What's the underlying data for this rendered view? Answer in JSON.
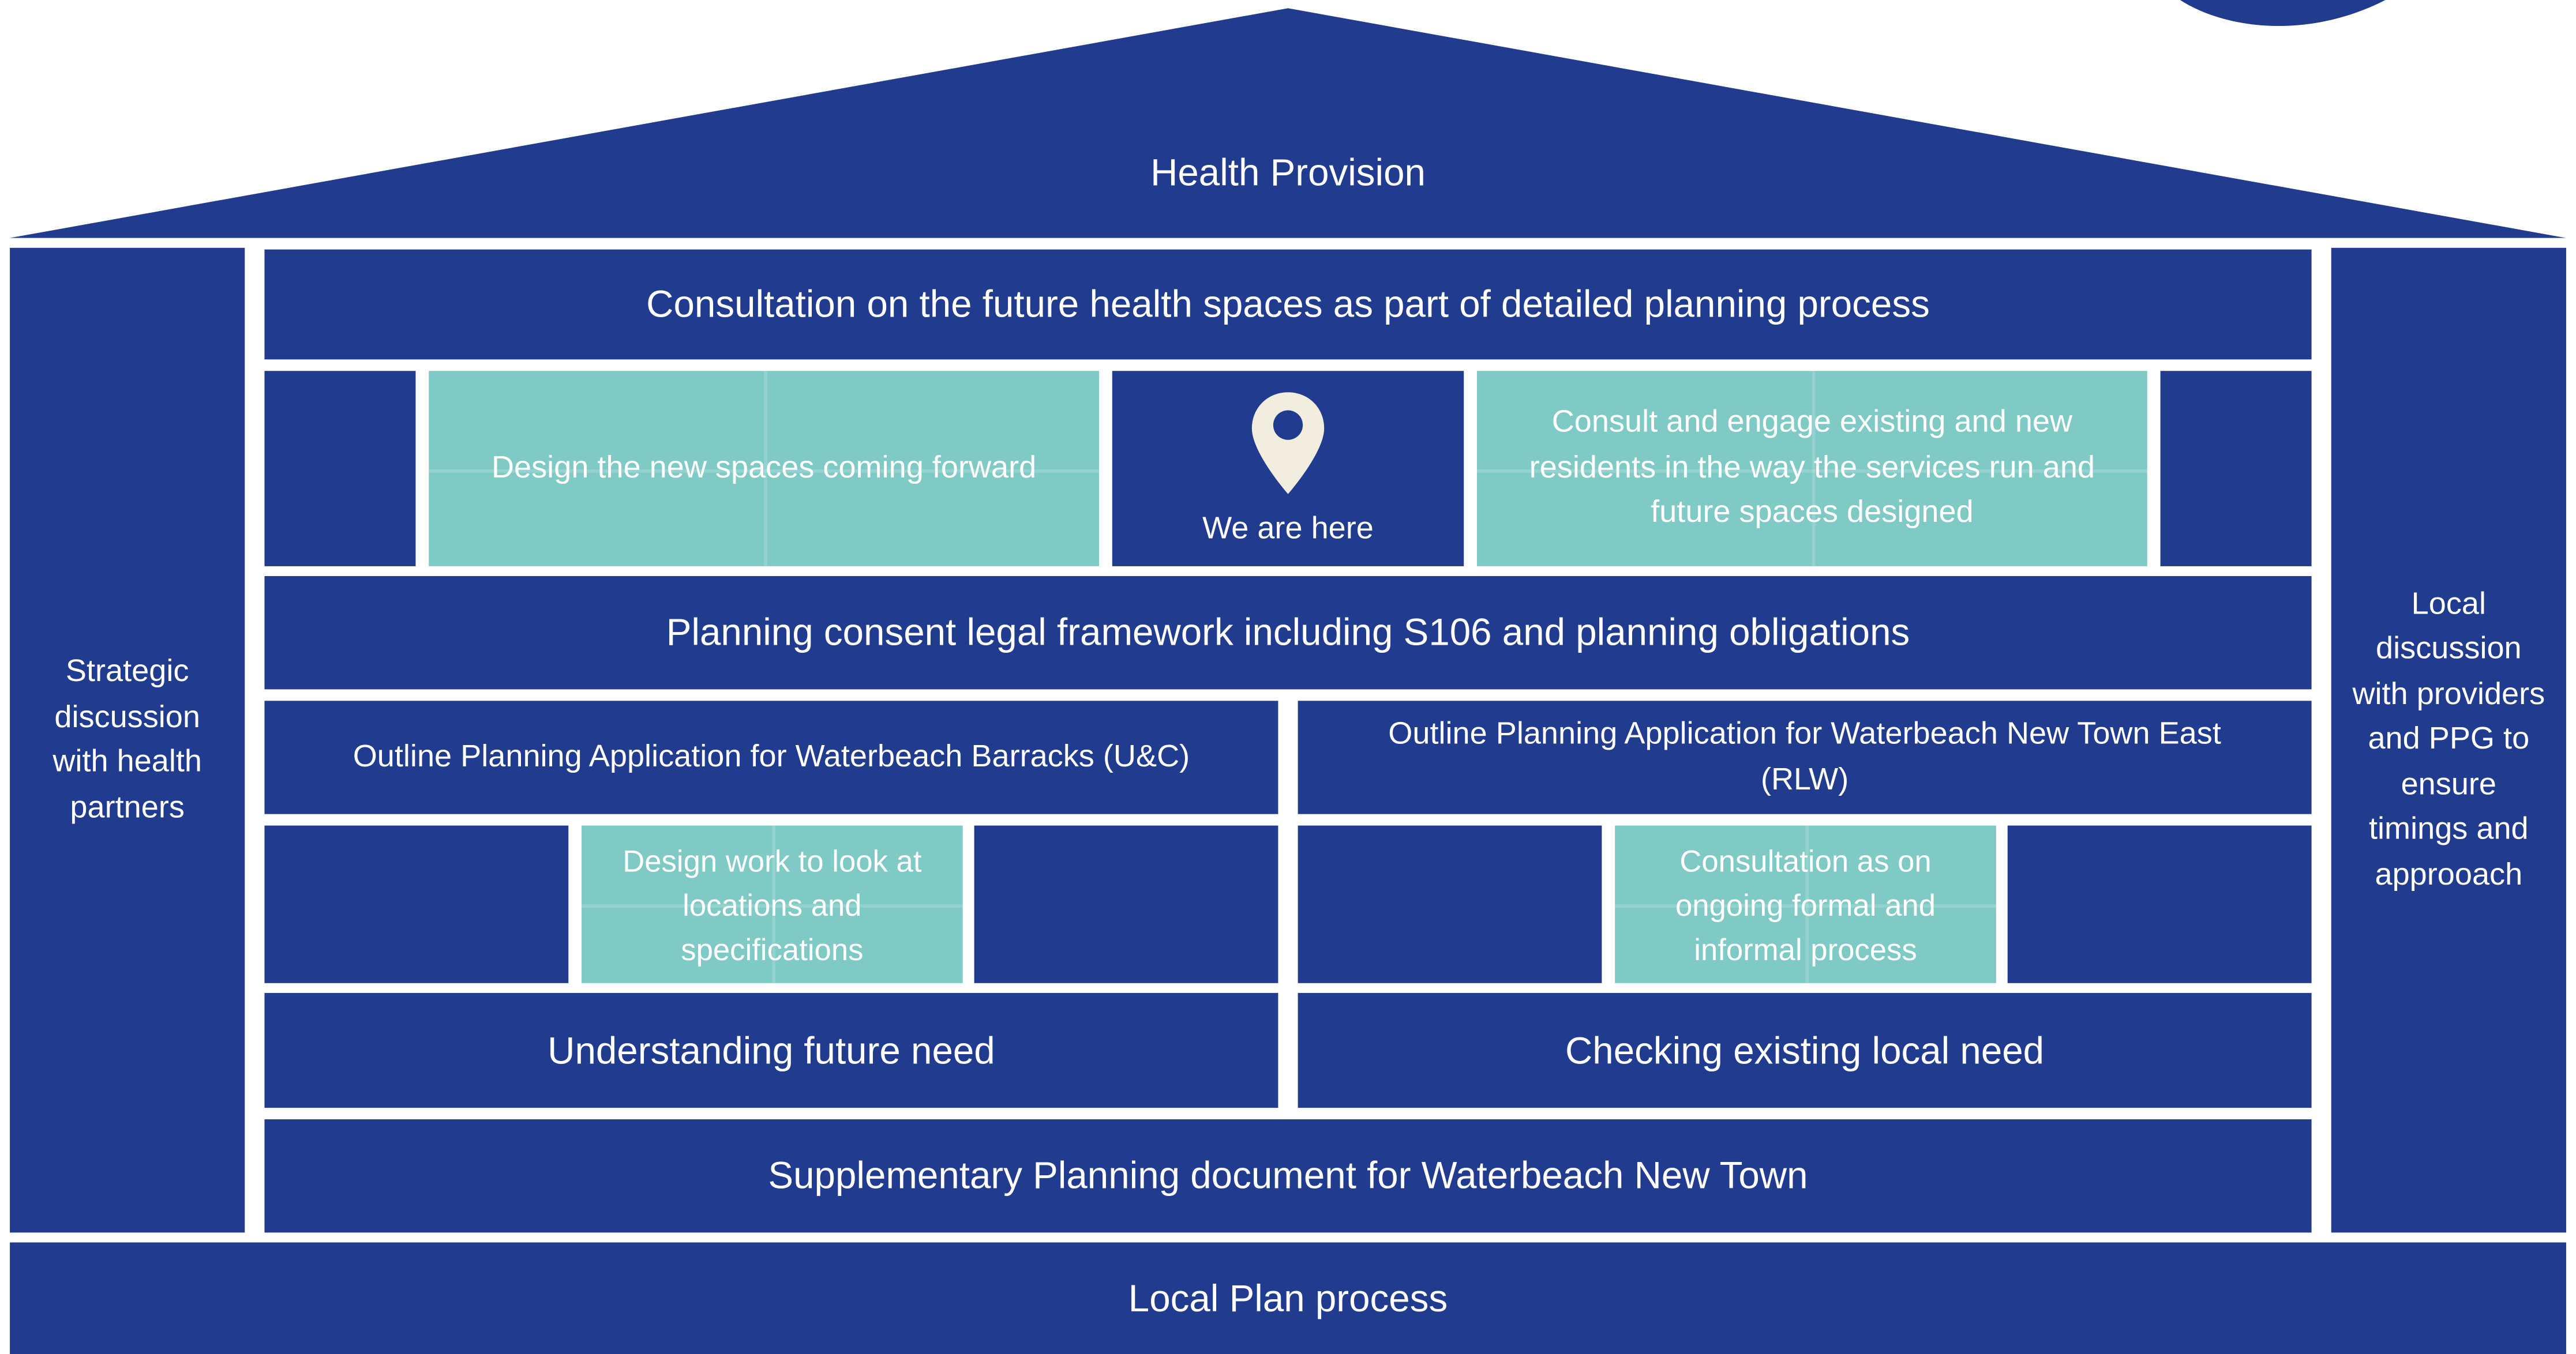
{
  "roof": {
    "label": "Health Provision"
  },
  "consultation_bar": "Consultation on the future health spaces as part of detailed planning process",
  "activities": {
    "design_spaces": "Design the new spaces coming forward",
    "we_are_here": "We are here",
    "consult_residents": "Consult and engage existing and new residents in the way the services run and future spaces designed"
  },
  "planning_consent": "Planning consent legal framework including S106 and planning obligations",
  "applications": {
    "barracks": "Outline Planning Application for Waterbeach Barracks (U&C)",
    "new_town_east": "Outline Planning Application for Waterbeach New Town East (RLW)"
  },
  "sub_tasks": {
    "design_work": "Design work to look at locations and specifications",
    "consultation_ongoing": "Consultation as on ongoing formal and informal process"
  },
  "needs": {
    "future": "Understanding future need",
    "existing": "Checking existing local need"
  },
  "spd": "Supplementary Planning document for Waterbeach New Town",
  "foundation": "Local Plan process",
  "pillars": {
    "left": "Strategic discussion with health partners",
    "right": "Local discussion with providers and PPG to ensure timings and approoach"
  },
  "colors": {
    "navy": "#213b8f",
    "teal": "#80cac6",
    "marker": "#f2eedf"
  },
  "icons": {
    "location": "map-pin-icon"
  }
}
